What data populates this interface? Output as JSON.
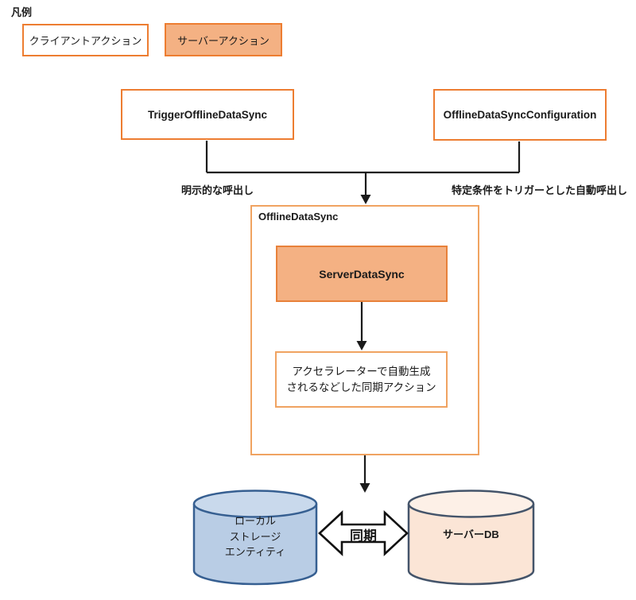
{
  "legend": {
    "title": "凡例",
    "items": [
      {
        "label": "クライアントアクション",
        "type": "client"
      },
      {
        "label": "サーバーアクション",
        "type": "server"
      }
    ]
  },
  "nodes": {
    "trigger": {
      "label": "TriggerOfflineDataSync"
    },
    "configuration": {
      "label": "OfflineDataSyncConfiguration"
    },
    "container": {
      "label": "OfflineDataSync"
    },
    "server_data_sync": {
      "label": "ServerDataSync"
    },
    "generated_action": {
      "label": "アクセラレーターで自動生成されるなどした同期アクション",
      "line1": "アクセラレーターで自動生成",
      "line2": "されるなどした同期アクション"
    },
    "local_storage": {
      "lines": [
        "ローカル",
        "ストレージ",
        "エンティティ"
      ]
    },
    "server_db": {
      "label": "サーバーDB"
    }
  },
  "edges": {
    "explicit_call_label": "明示的な呼出し",
    "triggered_call_label": "特定条件をトリガーとした自動呼出し",
    "sync_label": "同期"
  },
  "colors": {
    "orange_border": "#ED7D31",
    "orange_fill": "#F4B183",
    "light_orange_border": "#F0A361",
    "blue_cylinder_fill": "#B9CDE5",
    "blue_cylinder_top": "#C9D9EC",
    "blue_cylinder_border": "#365F91",
    "peach_cylinder_fill": "#FBE5D6",
    "peach_cylinder_top": "#FDF0E7",
    "peach_cylinder_border": "#44546A",
    "connector_line": "#1A1A1A",
    "background": "#FFFFFF"
  }
}
